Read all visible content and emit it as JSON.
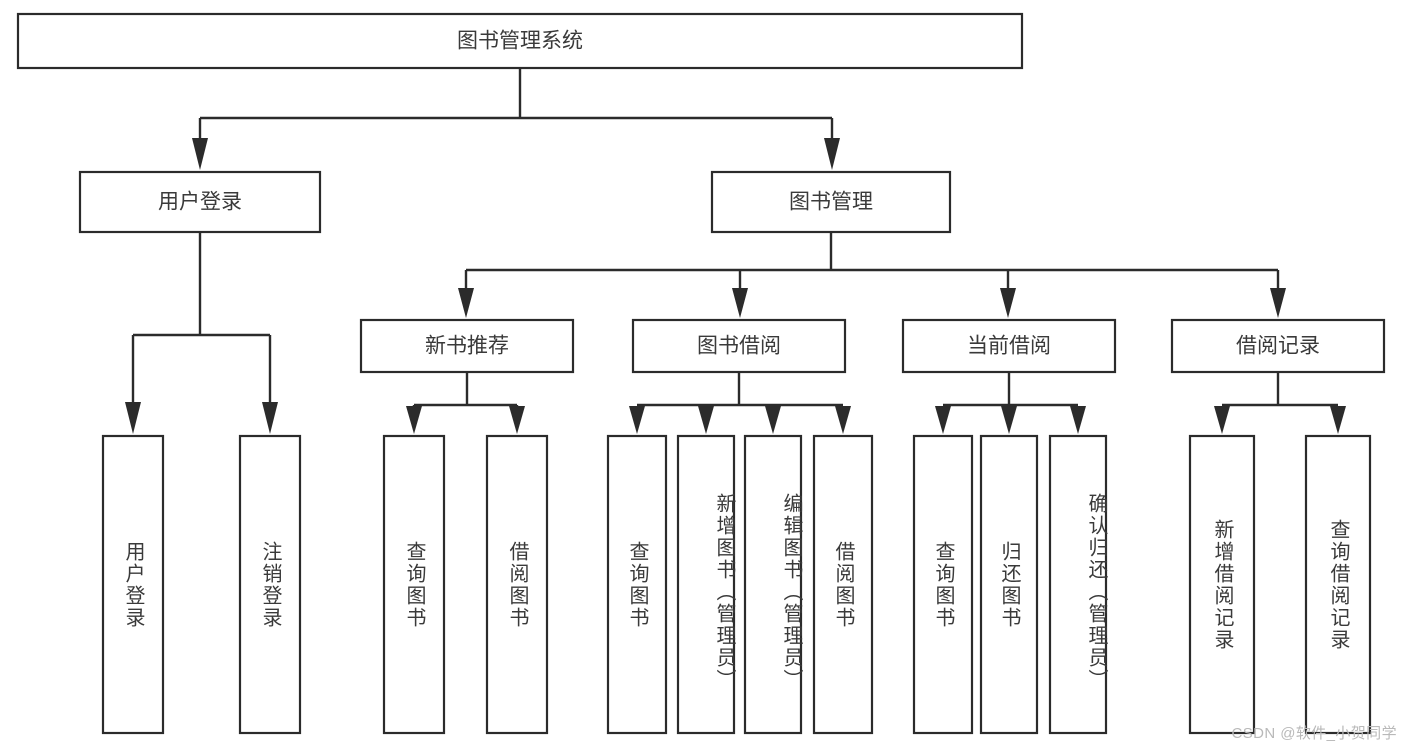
{
  "diagram": {
    "title": "图书管理系统",
    "type": "tree-hierarchy",
    "watermark": "CSDN @软件_小贺同学",
    "colors": {
      "box_fill": "#ffffff",
      "box_stroke": "#2b2b2b",
      "text": "#3a3a3a",
      "watermark": "#b9b9b9",
      "background": "#ffffff"
    },
    "root": {
      "label": "图书管理系统"
    },
    "level2": [
      {
        "label": "用户登录"
      },
      {
        "label": "图书管理"
      }
    ],
    "level3": [
      {
        "label": "新书推荐"
      },
      {
        "label": "图书借阅"
      },
      {
        "label": "当前借阅"
      },
      {
        "label": "借阅记录"
      }
    ],
    "leaves": {
      "user_login": [
        {
          "label": "用户登录"
        },
        {
          "label": "注销登录"
        }
      ],
      "new_book_recommend": [
        {
          "label": "查询图书"
        },
        {
          "label": "借阅图书"
        }
      ],
      "book_borrow": [
        {
          "label": "查询图书"
        },
        {
          "label": "新增图书（管理员）"
        },
        {
          "label": "编辑图书（管理员）"
        },
        {
          "label": "借阅图书"
        }
      ],
      "current_borrow": [
        {
          "label": "查询图书"
        },
        {
          "label": "归还图书"
        },
        {
          "label": "确认归还（管理员）"
        }
      ],
      "borrow_record": [
        {
          "label": "新增借阅记录"
        },
        {
          "label": "查询借阅记录"
        }
      ]
    }
  }
}
